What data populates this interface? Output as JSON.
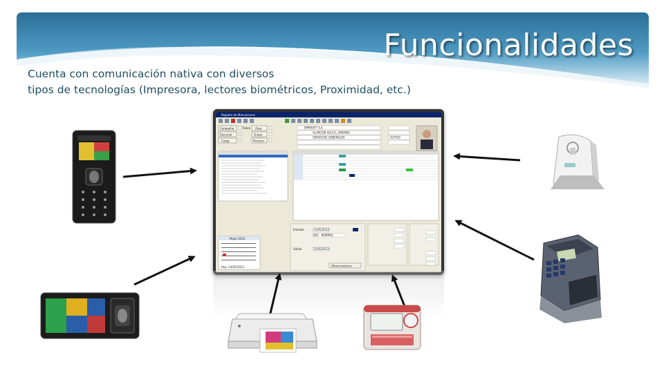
{
  "slide": {
    "title": "Funcionalidades",
    "subtitle_line1": "Cuenta con comunicación nativa con diversos",
    "subtitle_line2": "tipos de tecnologías (Impresora, lectores biométricos, Proximidad, etc.)"
  },
  "app_window": {
    "title": "Registro de Marcaciones",
    "buttons": [
      "Compañía",
      "Sucursal",
      "Cargo",
      "Área",
      "Grupo",
      "Persona"
    ],
    "checkbox_label": "Todos",
    "calendar_month": "Mayo 2012",
    "calendar_today": "Hoy: 14/05/2012",
    "entry_label": "Entrada",
    "exit_label": "Salida",
    "entry_date": "15/05/2012",
    "exit_date": "15/05/2012",
    "entry_type": "001 - NORMAL",
    "observations_button": "Observaciones",
    "company_name": "BPMSOFT S.A.",
    "person_name": "ALARCON SULCA, URBANO",
    "area_name": "SERVICIOS GENERALES",
    "state": "ACTIVO"
  },
  "colors": {
    "banner": "#2f7aa3",
    "title": "#ffffff",
    "subtitle": "#1f4f63",
    "arrow": "#111111"
  },
  "devices": [
    {
      "name": "fingerprint-terminal-icon"
    },
    {
      "name": "biometric-color-terminal-icon"
    },
    {
      "name": "proximity-reader-icon"
    },
    {
      "name": "hand-geometry-reader-icon"
    },
    {
      "name": "printer-icon"
    },
    {
      "name": "time-clock-icon"
    }
  ]
}
